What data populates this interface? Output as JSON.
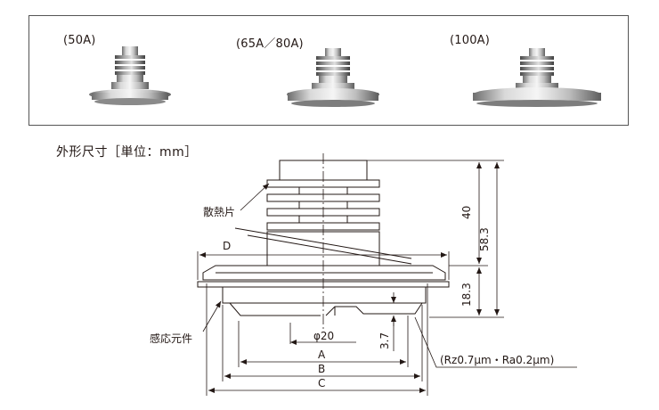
{
  "photos": [
    {
      "label": "(50A)"
    },
    {
      "label": "(65A／80A)"
    },
    {
      "label": "(100A)"
    }
  ],
  "section_title": "外形尺寸［単位：mm］",
  "drawing": {
    "heat_sink_label": "散熱片",
    "sensor_label": "感応元件",
    "dim_D": "D",
    "dim_A": "A",
    "dim_B": "B",
    "dim_C": "C",
    "dim_phi20": "φ20",
    "dim_40": "40",
    "dim_58_3": "58.3",
    "dim_18_3": "18.3",
    "dim_3_7": "3.7",
    "roughness": "(Rz0.7μm・Ra0.2μm)"
  }
}
